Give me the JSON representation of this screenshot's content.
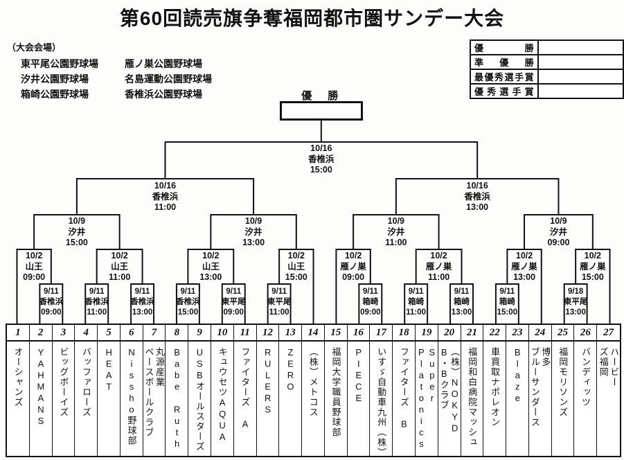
{
  "title": "第60回読売旗争奪福岡都市圏サンデー大会",
  "venues": {
    "heading": "（大会会場）",
    "pairs": [
      [
        "東平尾公園野球場",
        "雁ノ巣公園野球場"
      ],
      [
        "汐井公園野球場",
        "名島運動公園野球場"
      ],
      [
        "箱崎公園野球場",
        "香椎浜公園野球場"
      ]
    ]
  },
  "awards": {
    "rows": [
      {
        "label": "優 勝",
        "value": ""
      },
      {
        "label": "準 優 勝",
        "value": ""
      },
      {
        "label": "最優秀選手賞",
        "value": ""
      },
      {
        "label": "優 秀 選 手 賞",
        "value": ""
      }
    ]
  },
  "champion": {
    "label": "優　勝",
    "value": ""
  },
  "bracket": {
    "final": {
      "date": "10/16",
      "venue": "香椎浜",
      "time": "15:00"
    },
    "semifinals": [
      {
        "date": "10/16",
        "venue": "香椎浜",
        "time": "11:00"
      },
      {
        "date": "10/16",
        "venue": "香椎浜",
        "time": "13:00"
      }
    ],
    "quarterfinals": [
      {
        "date": "10/9",
        "venue": "汐井",
        "time": "15:00"
      },
      {
        "date": "10/9",
        "venue": "汐井",
        "time": "13:00"
      },
      {
        "date": "10/9",
        "venue": "汐井",
        "time": "11:00"
      },
      {
        "date": "10/9",
        "venue": "汐井",
        "time": "09:00"
      }
    ],
    "round2": [
      {
        "date": "10/2",
        "venue": "山王",
        "time": "09:00",
        "legs": [
          {
            "team": 1
          },
          {
            "fr": 0
          }
        ]
      },
      {
        "date": "10/2",
        "venue": "山王",
        "time": "11:00",
        "legs": [
          {
            "fr": 1
          },
          {
            "fr": 2
          }
        ]
      },
      {
        "date": "10/2",
        "venue": "山王",
        "time": "13:00",
        "legs": [
          {
            "fr": 3
          },
          {
            "fr": 4
          }
        ]
      },
      {
        "date": "10/2",
        "venue": "山王",
        "time": "15:00",
        "legs": [
          {
            "fr": 5
          },
          {
            "team": 14
          }
        ]
      },
      {
        "date": "10/2",
        "venue": "雁ノ巣",
        "time": "09:00",
        "legs": [
          {
            "team": 15
          },
          {
            "fr": 6
          }
        ]
      },
      {
        "date": "10/2",
        "venue": "雁ノ巣",
        "time": "11:00",
        "legs": [
          {
            "fr": 7
          },
          {
            "fr": 8
          }
        ]
      },
      {
        "date": "10/2",
        "venue": "雁ノ巣",
        "time": "13:00",
        "legs": [
          {
            "fr": 9
          },
          {
            "team": 24
          }
        ]
      },
      {
        "date": "10/2",
        "venue": "雁ノ巣",
        "time": "15:00",
        "legs": [
          {
            "fr": 10
          },
          {
            "team": 27
          }
        ]
      }
    ],
    "first_round": [
      {
        "date": "9/11",
        "venue": "香椎浜",
        "time": "09:00",
        "teams": [
          2,
          3
        ]
      },
      {
        "date": "9/11",
        "venue": "香椎浜",
        "time": "11:00",
        "teams": [
          4,
          5
        ]
      },
      {
        "date": "9/11",
        "venue": "香椎浜",
        "time": "13:00",
        "teams": [
          6,
          7
        ]
      },
      {
        "date": "9/11",
        "venue": "香椎浜",
        "time": "15:00",
        "teams": [
          8,
          9
        ]
      },
      {
        "date": "9/11",
        "venue": "東平尾",
        "time": "09:00",
        "teams": [
          10,
          11
        ]
      },
      {
        "date": "9/11",
        "venue": "東平尾",
        "time": "11:00",
        "teams": [
          12,
          13
        ]
      },
      {
        "date": "9/11",
        "venue": "箱崎",
        "time": "09:00",
        "teams": [
          16,
          17
        ]
      },
      {
        "date": "9/11",
        "venue": "箱崎",
        "time": "11:00",
        "teams": [
          18,
          19
        ]
      },
      {
        "date": "9/11",
        "venue": "箱崎",
        "time": "13:00",
        "teams": [
          20,
          21
        ]
      },
      {
        "date": "9/11",
        "venue": "箱崎",
        "time": "15:00",
        "teams": [
          22,
          23
        ]
      },
      {
        "date": "9/18",
        "venue": "東平尾",
        "time": "13:00",
        "teams": [
          25,
          26
        ]
      }
    ]
  },
  "teams": [
    {
      "no": "1",
      "name": "オーシャンズ"
    },
    {
      "no": "2",
      "name": "YAHMANS"
    },
    {
      "no": "3",
      "name": "ビッグボーイズ"
    },
    {
      "no": "4",
      "name": "バッファローズ"
    },
    {
      "no": "5",
      "name": "HEAT"
    },
    {
      "no": "6",
      "name": "Nissho野球部"
    },
    {
      "no": "7",
      "name": "丸源産業\nベースボールクラブ"
    },
    {
      "no": "8",
      "name": "Babe Ruth"
    },
    {
      "no": "9",
      "name": "USBオールスターズ"
    },
    {
      "no": "10",
      "name": "キュウセツAQUA"
    },
    {
      "no": "11",
      "name": "ファイターズ A"
    },
    {
      "no": "12",
      "name": "RULERS"
    },
    {
      "no": "13",
      "name": "ZERO"
    },
    {
      "no": "14",
      "name": "（株）メトコス"
    },
    {
      "no": "15",
      "name": "福岡大学職員野球部"
    },
    {
      "no": "16",
      "name": "PIECE"
    },
    {
      "no": "17",
      "name": "いすゞ自動車九州（株）"
    },
    {
      "no": "18",
      "name": "ファイターズ B"
    },
    {
      "no": "19",
      "name": "Super\nPlatonics"
    },
    {
      "no": "20",
      "name": "（株）NOKYD\nB・Bクラブ"
    },
    {
      "no": "21",
      "name": "福岡和白病院マッシュ"
    },
    {
      "no": "22",
      "name": "車買取ナポレオン"
    },
    {
      "no": "23",
      "name": "Blaze"
    },
    {
      "no": "24",
      "name": "博多\nブルーサンダース"
    },
    {
      "no": "25",
      "name": "福岡モリソンズ"
    },
    {
      "no": "26",
      "name": "バンディッツ"
    },
    {
      "no": "27",
      "name": "ハービー\nズ福岡"
    }
  ],
  "line_color": "#111111"
}
